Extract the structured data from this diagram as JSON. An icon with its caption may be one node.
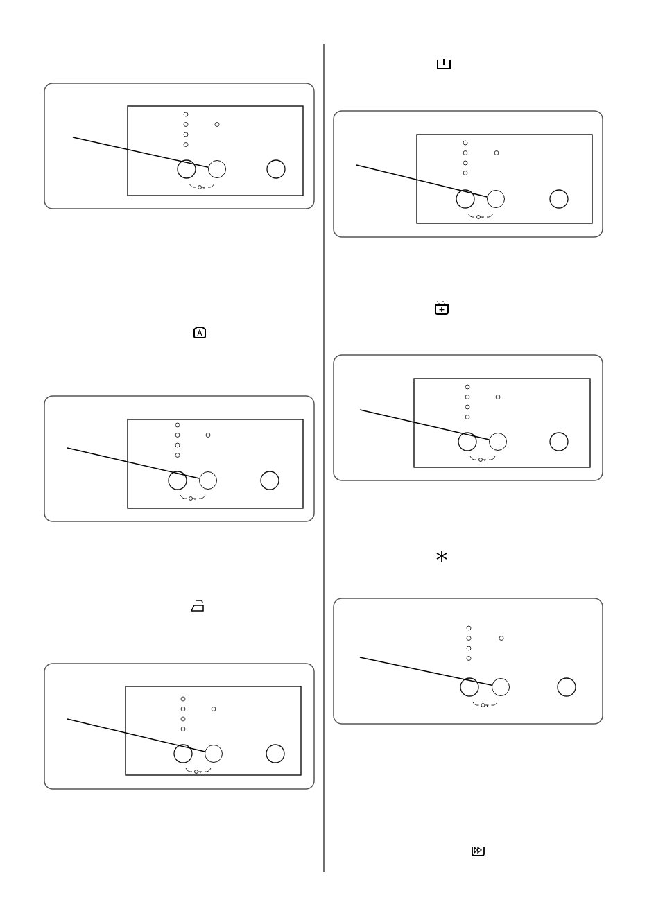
{
  "diagram": {
    "nodes": [
      {
        "text": [],
        "shape": "circle"
      },
      {
        "text": [],
        "shape": "circle"
      },
      {
        "text": [],
        "shape": "circle"
      },
      {
        "text": [],
        "shape": "circle"
      },
      {
        "text": [],
        "shape": "circle"
      },
      {
        "text": [],
        "shape": "circle"
      }
    ],
    "edges": [
      {
        "from": null,
        "to": 0,
        "arrow": "none"
      },
      {
        "from": null,
        "to": 1,
        "arrow": "none"
      },
      {
        "from": null,
        "to": 2,
        "arrow": "none"
      },
      {
        "from": null,
        "to": 3,
        "arrow": "none"
      },
      {
        "from": null,
        "to": 4,
        "arrow": "none"
      },
      {
        "from": null,
        "to": 5,
        "arrow": "none"
      }
    ]
  }
}
